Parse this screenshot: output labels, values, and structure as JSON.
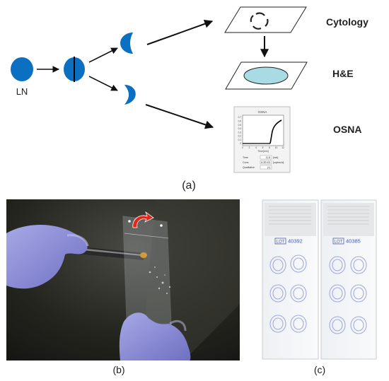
{
  "panel_a": {
    "node_label": "LN",
    "outputs": [
      {
        "label": "Cytology"
      },
      {
        "label": "H&E"
      },
      {
        "label": "OSNA"
      }
    ],
    "panel_label": "(a)",
    "osna_plot": {
      "title": "OSNA",
      "yticks": [
        "0.7",
        "0.6",
        "0.5",
        "0.4",
        "0.3",
        "0.2",
        "0.1",
        "0"
      ],
      "xticks": [
        "0",
        "2",
        "4",
        "6",
        "8",
        "10",
        "12"
      ],
      "xlabel": "Time[min]",
      "form_rows": [
        {
          "label": "Time",
          "value": "11.8",
          "unit": "[min]"
        },
        {
          "label": "Conc.",
          "value": "6.2E+03",
          "unit": "[copies/ul]"
        },
        {
          "label": "Qualitative",
          "value": "(+)",
          "unit": ""
        }
      ]
    }
  },
  "panel_b": {
    "panel_label": "(b)"
  },
  "panel_c": {
    "panel_label": "(c)",
    "slides": [
      {
        "lot_tag": "LOT",
        "lot_number": "40392"
      },
      {
        "lot_tag": "LOT",
        "lot_number": "40385"
      }
    ]
  },
  "colors": {
    "node_blue": "#0b6fc2",
    "he_fill": "#a9dbe4",
    "glove": "#8f8fd6",
    "arrow": "#111111"
  }
}
